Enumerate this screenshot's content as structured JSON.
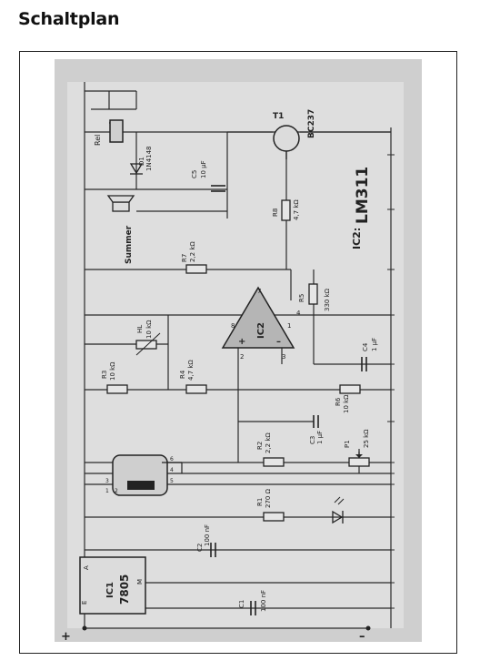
{
  "page": {
    "heading": "Schaltplan"
  },
  "power": {
    "plus": "+",
    "minus": "–"
  },
  "regulator": {
    "name": "IC1",
    "type": "7805",
    "pin_e": "E",
    "pin_a": "A",
    "pin_m": "M"
  },
  "capacitors": {
    "c1": {
      "name": "C1",
      "value": "100 nF"
    },
    "c2": {
      "name": "C2",
      "value": "100 nF"
    },
    "c3": {
      "name": "C3",
      "value": "1 µF"
    },
    "c4": {
      "name": "C4",
      "value": "1 µF"
    },
    "c5": {
      "name": "C5",
      "value": "10 µF"
    }
  },
  "resistors": {
    "r1": {
      "name": "R1",
      "value": "270 Ω"
    },
    "r2": {
      "name": "R2",
      "value": "2,2 kΩ"
    },
    "r3": {
      "name": "R3",
      "value": "10 kΩ"
    },
    "r4": {
      "name": "R4",
      "value": "4,7 kΩ"
    },
    "r5": {
      "name": "R5",
      "value": "330 kΩ"
    },
    "r6": {
      "name": "R6",
      "value": "10 kΩ"
    },
    "r7": {
      "name": "R7",
      "value": "2,2 kΩ"
    },
    "r8": {
      "name": "R8",
      "value": "4,7 kΩ"
    }
  },
  "ntc": {
    "name": "HL",
    "value": "10 kΩ"
  },
  "poti": {
    "name": "P1",
    "value": "25 kΩ"
  },
  "transistor": {
    "name": "T1",
    "type": "BC237"
  },
  "diode": {
    "name": "D1",
    "type": "1N4148"
  },
  "relay": {
    "name": "Rel"
  },
  "buzzer": {
    "name": "Summer"
  },
  "opamp": {
    "name": "IC2",
    "plus": "+",
    "minus": "–",
    "pin7": "7",
    "pin8": "8",
    "pin4": "4",
    "pin1": "1",
    "pin2": "2",
    "pin3": "3"
  },
  "ic2_label": "IC2:",
  "ic2_type": "LM311",
  "sensor": {
    "pins": [
      "1",
      "2",
      "3",
      "4",
      "5",
      "6"
    ]
  }
}
